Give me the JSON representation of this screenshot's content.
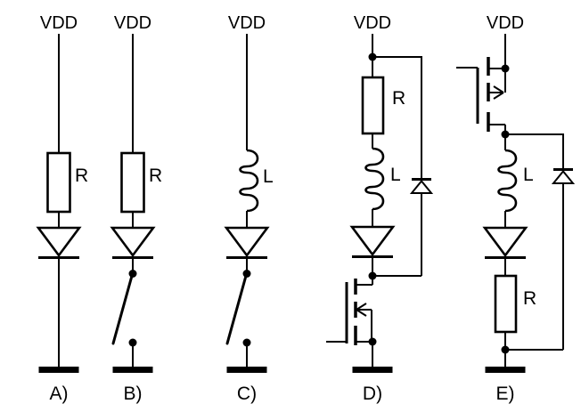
{
  "figure": {
    "kind": "circuit-schematic",
    "background": "#ffffff",
    "stroke_color": "#000000"
  },
  "circuits": [
    {
      "id": "A",
      "vdd_label": "VDD",
      "caption": "A)",
      "resistor_label": "R",
      "parts": [
        "vdd-rail",
        "resistor",
        "diode",
        "ground"
      ]
    },
    {
      "id": "B",
      "vdd_label": "VDD",
      "caption": "B)",
      "resistor_label": "R",
      "parts": [
        "vdd-rail",
        "resistor",
        "diode",
        "open-switch",
        "ground"
      ]
    },
    {
      "id": "C",
      "vdd_label": "VDD",
      "caption": "C)",
      "inductor_label": "L",
      "parts": [
        "vdd-rail",
        "inductor",
        "diode",
        "open-switch",
        "ground"
      ]
    },
    {
      "id": "D",
      "vdd_label": "VDD",
      "caption": "D)",
      "resistor_label": "R",
      "inductor_label": "L",
      "parts": [
        "vdd-rail",
        "resistor",
        "inductor",
        "diode",
        "freewheeling-diode",
        "nmos-transistor",
        "ground"
      ]
    },
    {
      "id": "E",
      "vdd_label": "VDD",
      "caption": "E)",
      "resistor_label": "R",
      "inductor_label": "L",
      "parts": [
        "vdd-rail",
        "pmos-transistor",
        "inductor",
        "diode",
        "resistor",
        "freewheeling-diode",
        "ground"
      ]
    }
  ]
}
